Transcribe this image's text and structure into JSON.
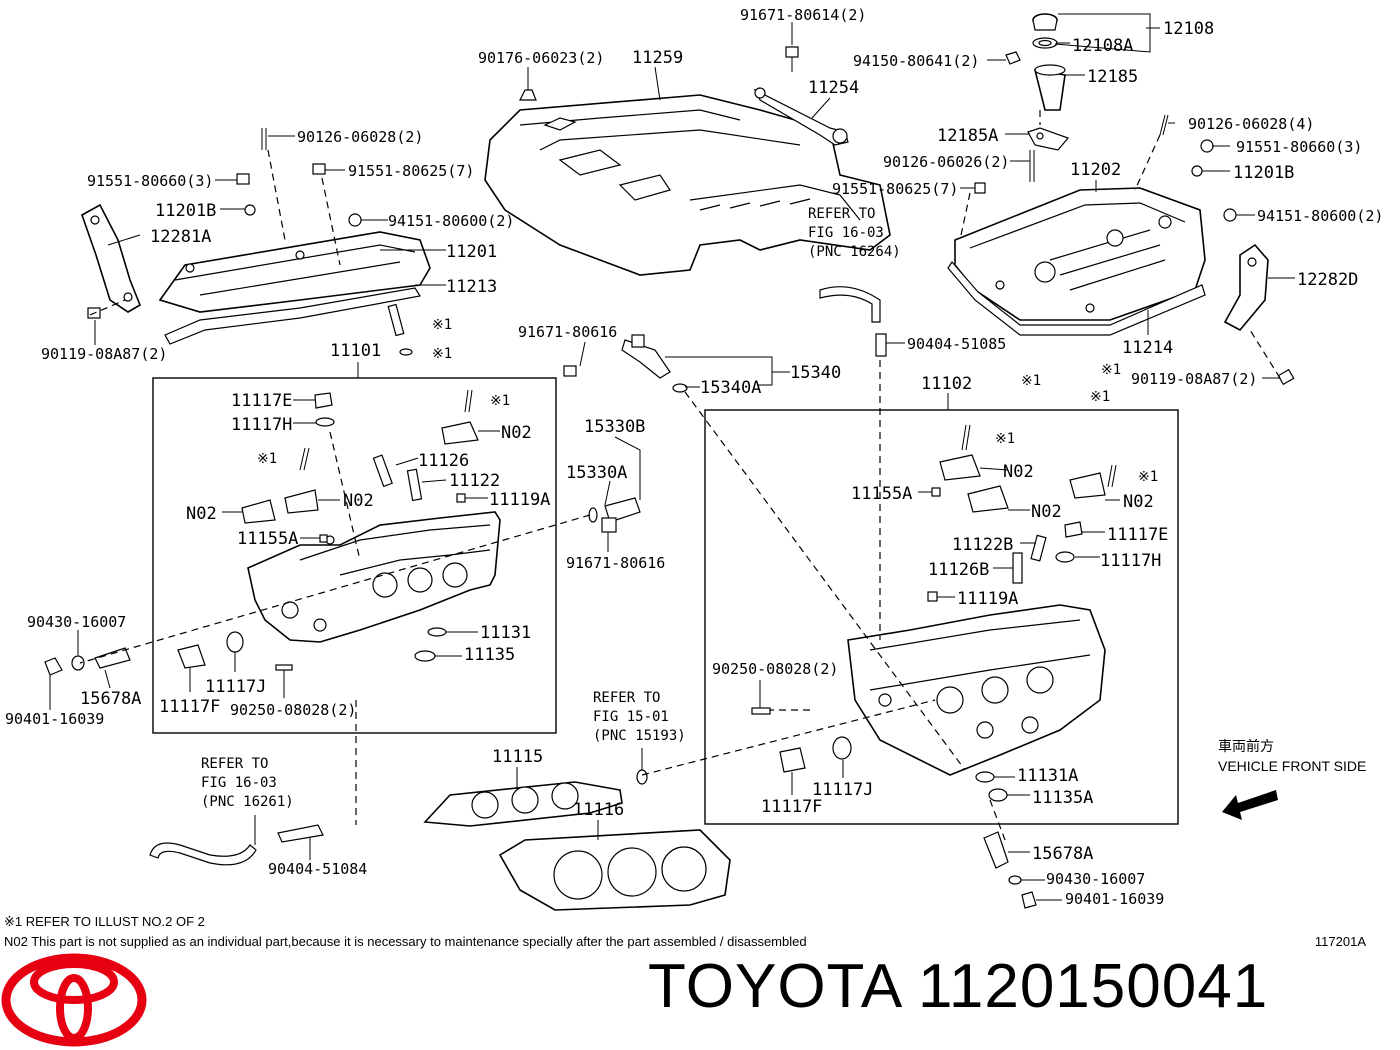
{
  "brand": {
    "name_and_part": "TOYOTA 1120150041"
  },
  "figure_code": "117201A",
  "footnotes": {
    "note1": "※1 REFER TO ILLUST NO.2 OF 2",
    "note2": "N02 This part is not supplied as an individual part,because it is necessary to maintenance specially after the part assembled / disassembled"
  },
  "vehicle_front": {
    "line1": "車両前方",
    "line2": "VEHICLE FRONT SIDE"
  },
  "references": {
    "ref_16264": {
      "l1": "REFER TO",
      "l2": "FIG 16-03",
      "l3": "(PNC 16264)"
    },
    "ref_15193": {
      "l1": "REFER TO",
      "l2": "FIG 15-01",
      "l3": "(PNC 15193)"
    },
    "ref_16261": {
      "l1": "REFER TO",
      "l2": "FIG 16-03",
      "l3": "(PNC 16261)"
    }
  },
  "labels": {
    "l91671_80614": "91671-80614(2)",
    "l12108": "12108",
    "l12108A": "12108A",
    "l94150_80641": "94150-80641(2)",
    "l12185": "12185",
    "l90176_06023": "90176-06023(2)",
    "l11259": "11259",
    "l11254": "11254",
    "l12185A": "12185A",
    "l90126_06028_4": "90126-06028(4)",
    "l91551_80660_3r": "91551-80660(3)",
    "l90126_06026": "90126-06026(2)",
    "l11202": "11202",
    "l11201B_r": "11201B",
    "l91551_80625_7r": "91551-80625(7)",
    "l94151_80600_2r": "94151-80600(2)",
    "l12282D": "12282D",
    "l11214": "11214",
    "l90404_51085": "90404-51085",
    "l90119_08A87_r": "90119-08A87(2)",
    "l90126_06028_2": "90126-06028(2)",
    "l91551_80660_3l": "91551-80660(3)",
    "l91551_80625_7l": "91551-80625(7)",
    "l11201B_l": "11201B",
    "l12281A": "12281A",
    "l94151_80600_2l": "94151-80600(2)",
    "l11201": "11201",
    "l11213": "11213",
    "l90119_08A87_l": "90119-08A87(2)",
    "l11101": "11101",
    "l91671_80616_a": "91671-80616",
    "l15340": "15340",
    "l15340A": "15340A",
    "l11102": "11102",
    "l11117E_l": "11117E",
    "l11117H_l": "11117H",
    "lN02_a": "N02",
    "lN02_b": "N02",
    "lN02_c": "N02",
    "l11126_l": "11126",
    "l11122_l": "11122",
    "l11119A_l": "11119A",
    "l11155A_l": "11155A",
    "l15330B": "15330B",
    "l15330A": "15330A",
    "l91671_80616_b": "91671-80616",
    "l90430_16007_l": "90430-16007",
    "l15678A_l": "15678A",
    "l90401_16039_l": "90401-16039",
    "l11117F_l": "11117F",
    "l11117J_l": "11117J",
    "l90250_08028_l": "90250-08028(2)",
    "l11131": "11131",
    "l11135": "11135",
    "lN02_d": "N02",
    "lN02_e": "N02",
    "lN02_f": "N02",
    "l11155A_r": "11155A",
    "l11117E_r": "11117E",
    "l11122B": "11122B",
    "l11117H_r": "11117H",
    "l11126B": "11126B",
    "l11119A_r": "11119A",
    "l90250_08028_r": "90250-08028(2)",
    "l11117J_r": "11117J",
    "l11117F_r": "11117F",
    "l11131A": "11131A",
    "l11135A": "11135A",
    "l15678A_r": "15678A",
    "l90430_16007_r": "90430-16007",
    "l90401_16039_r": "90401-16039",
    "l11115": "11115",
    "l11116": "11116",
    "l90404_51084": "90404-51084",
    "x1_a": "※1",
    "x1_b": "※1",
    "x1_c": "※1",
    "x1_d": "※1",
    "x1_e": "※1",
    "x1_f": "※1",
    "x1_g": "※1",
    "x1_h": "※1",
    "x1_i": "※1",
    "x1_j": "※1"
  },
  "colors": {
    "toyota_red": "#e60012",
    "line": "#000000"
  }
}
